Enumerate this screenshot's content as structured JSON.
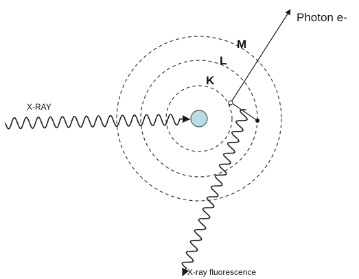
{
  "labels": {
    "photon": "Photon e-",
    "shell_m": "M",
    "shell_l": "L",
    "shell_k": "K",
    "xray": "X-RAY",
    "fluorescence": "X-ray fluorescence"
  },
  "colors": {
    "nucleus_fill": "#b8dde6",
    "nucleus_stroke": "#555555",
    "line": "#1a1a1a",
    "shell": "#333333"
  }
}
